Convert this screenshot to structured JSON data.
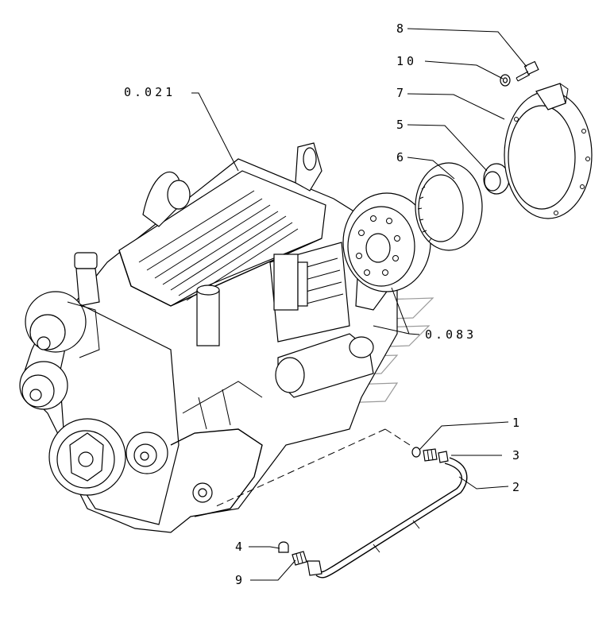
{
  "callouts": {
    "ref_021": "0.021",
    "ref_083": "0.083",
    "p1": "1",
    "p2": "2",
    "p3": "3",
    "p4": "4",
    "p5": "5",
    "p6": "6",
    "p7": "7",
    "p8": "8",
    "p9": "9",
    "p10": "10"
  }
}
